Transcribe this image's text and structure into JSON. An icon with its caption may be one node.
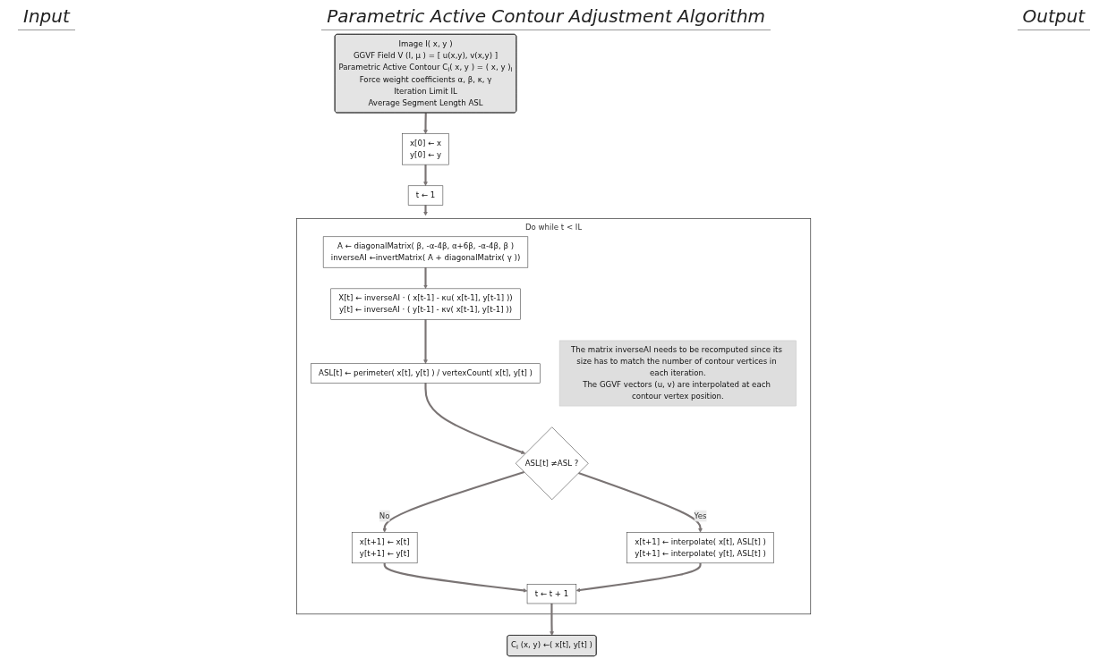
{
  "diagram": {
    "nodes": [
      {
        "text": [
          "Image I( x, y )",
          "GGVF Field V (I, μ ) = [ u(x,y), v(x,y) ]",
          "Parametric Active Contour C$_{i}$( x, y ) = ( x, y )$_{i}$",
          "Force weight coefficients α, β, κ, γ",
          "Iteration Limit IL",
          "Average Segment Length ASL"
        ]
      },
      {
        "text": [
          "x[0] ← x",
          "y[0] ← y"
        ]
      },
      {
        "text": [
          "t ← 1"
        ]
      },
      {
        "text": [
          "Do while t < IL"
        ]
      },
      {
        "text": [
          "A ← diagonalMatrix( β, -α-4β, α+6β, -α-4β, β )",
          "inverseAI ←invertMatrix( A + diagonalMatrix( γ ))"
        ],
        "in": 3
      },
      {
        "text": [
          "X[t] ← inverseAI · ( x[t-1] - κu( x[t-1], y[t-1] ))",
          "y[t] ← inverseAI · ( y[t-1] - κv( x[t-1], y[t-1] ))"
        ],
        "in": 3
      },
      {
        "text": [
          "ASL[t] ← perimeter( x[t], y[t] ) / vertexCount( x[t], y[t] )"
        ],
        "in": 3
      },
      {
        "text": [
          "The matrix inverseAI needs to be recomputed since its size has to match the number of contour vertices in each iteration.",
          "The GGVF vectors (u, v) are interpolated at each contour vertex position."
        ],
        "in": 3
      },
      {
        "text": [
          "ASL[t] ≠ASL ?"
        ],
        "in": 3
      },
      {
        "text": [
          "x[t+1] ← x[t]",
          "y[t+1] ← y[t]"
        ],
        "in": 3
      },
      {
        "text": [
          "x[t+1] ← interpolate( x[t], ASL[t] )",
          "y[t+1] ← interpolate( y[t], ASL[t] )"
        ],
        "in": 3
      },
      {
        "text": [
          "t ← t + 1"
        ],
        "in": 3
      },
      {
        "text": [
          "C$_{i}$ (x, y) ←( x[t], y[t] )"
        ]
      }
    ],
    "edges": [
      {
        "from": 0,
        "to": 1,
        "arrow": "to"
      },
      {
        "from": 1,
        "to": 2,
        "arrow": "to"
      },
      {
        "from": 2,
        "to": 3,
        "arrow": "to"
      },
      {
        "from": 4,
        "to": 5,
        "arrow": "to"
      },
      {
        "from": 5,
        "to": 6,
        "arrow": "to"
      },
      {
        "from": 6,
        "to": 8,
        "arrow": "to"
      },
      {
        "from": 8,
        "to": 9,
        "label": "No",
        "arrow": "to"
      },
      {
        "from": 8,
        "to": 10,
        "label": "Yes",
        "arrow": "to"
      },
      {
        "from": 9,
        "to": 11,
        "arrow": "to"
      },
      {
        "from": 10,
        "to": 11,
        "arrow": "to"
      },
      {
        "from": 11,
        "to": 12,
        "arrow": "to"
      }
    ],
    "labels": [
      "Input",
      "Parametric Active Contour Adjustment Algorithm",
      "Output"
    ]
  }
}
